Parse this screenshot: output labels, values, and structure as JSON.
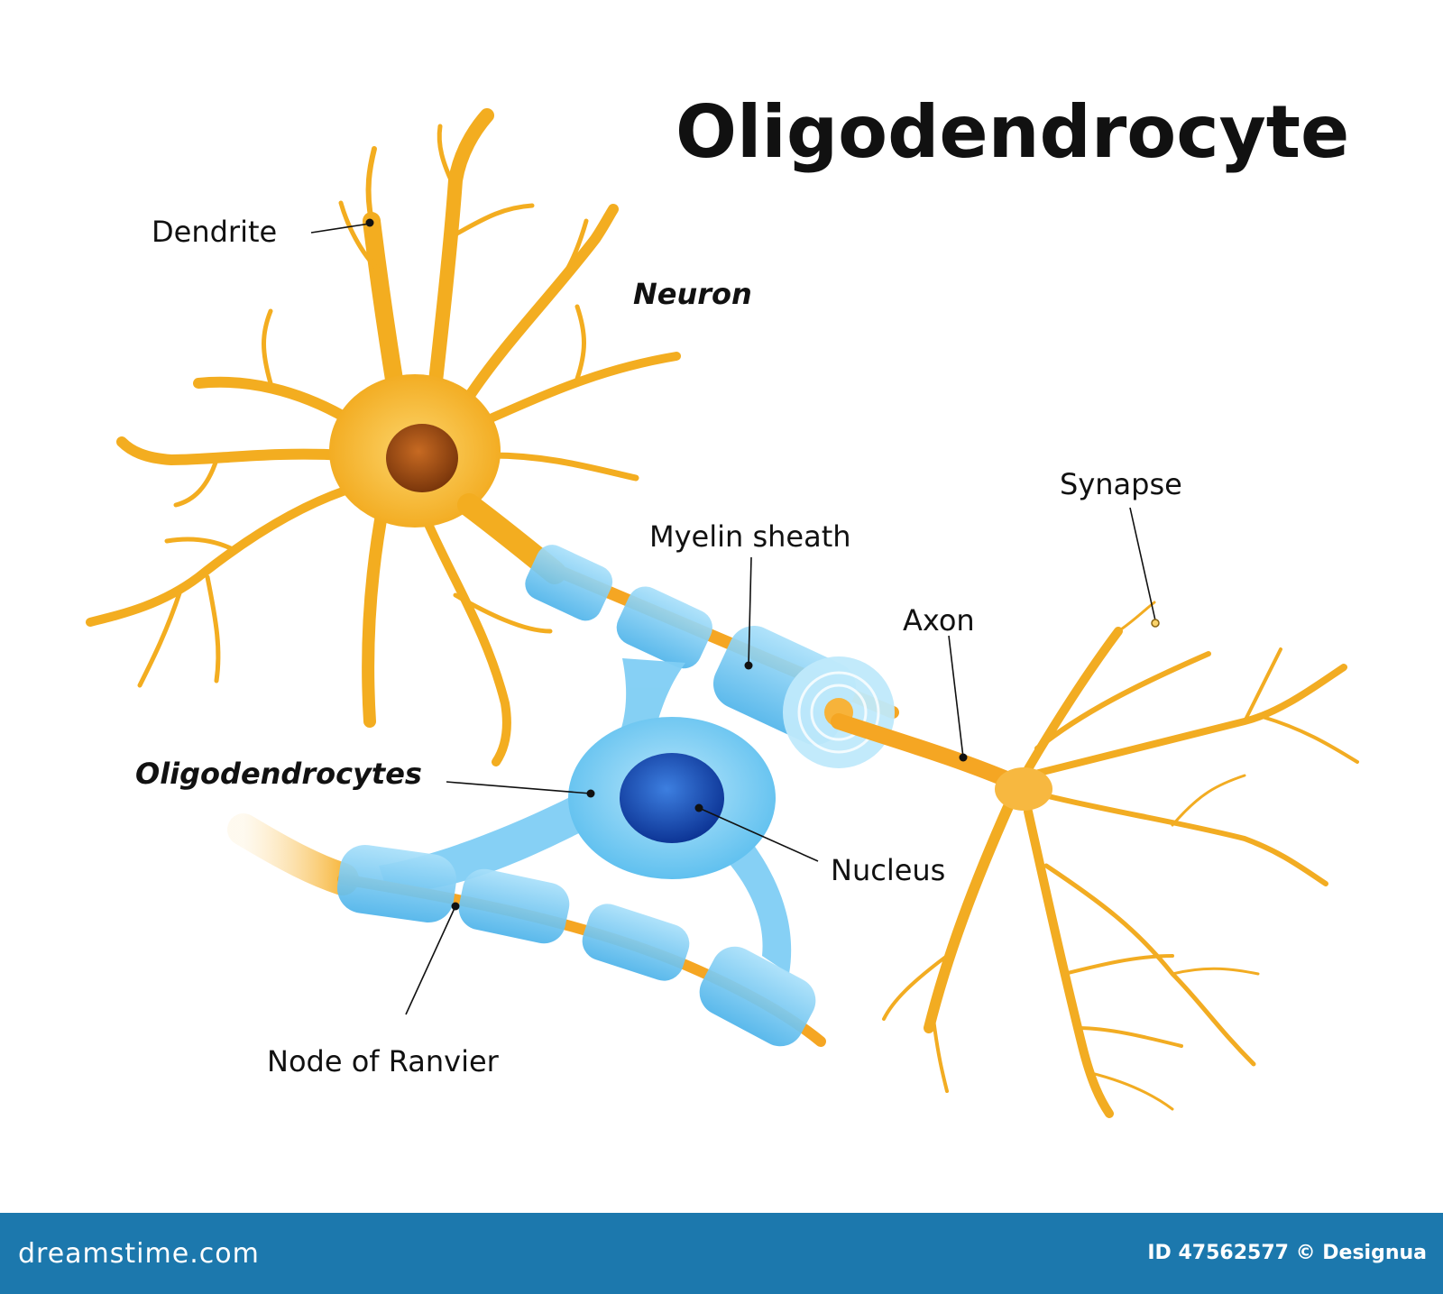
{
  "diagram": {
    "title": "Oligodendrocyte",
    "labels": {
      "dendrite": "Dendrite",
      "neuron": "Neuron",
      "myelin_sheath": "Myelin sheath",
      "synapse": "Synapse",
      "axon": "Axon",
      "oligodendrocytes": "Oligodendrocytes",
      "nucleus": "Nucleus",
      "node_of_ranvier": "Node of Ranvier"
    },
    "colors": {
      "neuron": "#f5b324",
      "neuron_dark": "#e89a12",
      "nucleus_neuron": "#9c4a10",
      "oligodendrocyte": "#7fd0f5",
      "oligodendrocyte_dark": "#3aa8e0",
      "nucleus_oligo": "#1a4fb5",
      "leader_line": "#111111"
    }
  },
  "footer": {
    "brand": "dreamstime.com",
    "credit": "ID 47562577 © Designua",
    "background": "#1c78ad"
  }
}
